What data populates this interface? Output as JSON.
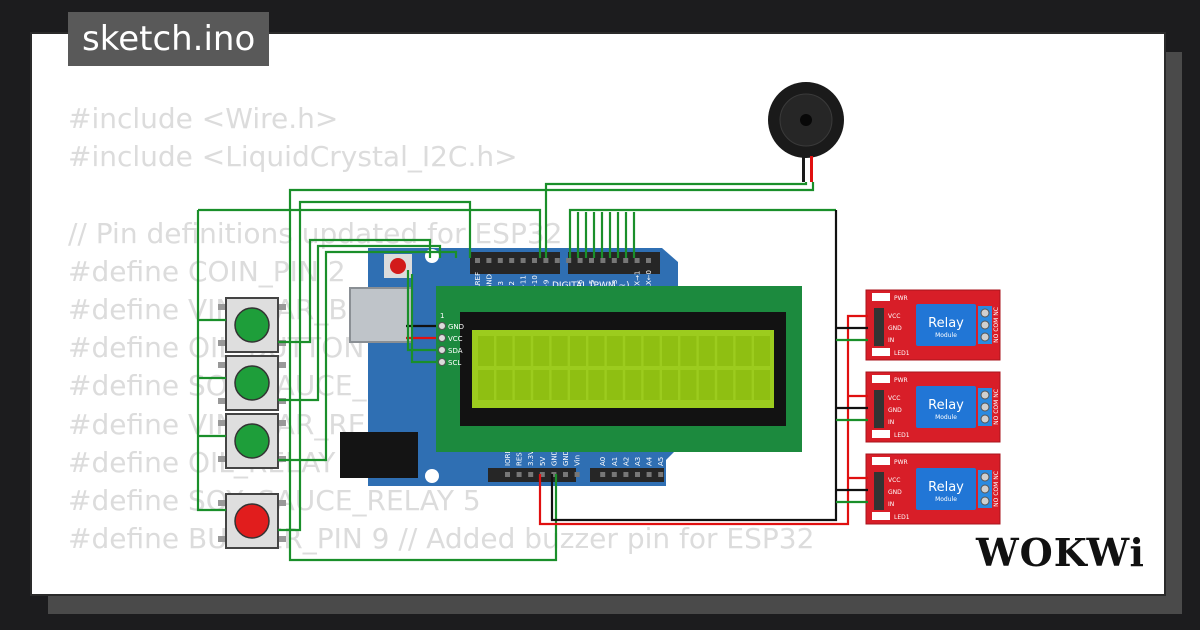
{
  "tab": {
    "title": "sketch.ino"
  },
  "code_lines": [
    "#include <Wire.h>",
    "#include <LiquidCrystal_I2C.h>",
    "",
    "// Pin definitions updated for ESP32",
    "#define COIN_PIN 2",
    "#define VINEGAR_BUTTON 3",
    "#define OIL_BUTTON 4",
    "#define SOY_SAUCE_BUTTON 5",
    "#define VINEGAR_RELAY 6",
    "#define OIL_RELAY 7",
    "#define SOY_SAUCE_RELAY 5",
    "#define BUZZER_PIN 9 // Added buzzer pin for ESP32"
  ],
  "arduino": {
    "digital_label": "DIGITAL (PWM ~)",
    "top_pins": [
      "AREF",
      "GND",
      "13",
      "12",
      "~11",
      "~10",
      "~9",
      "8",
      "7",
      "~6",
      "~5",
      "4",
      "~3",
      "2",
      "TX→1",
      "RX←0"
    ],
    "bottom_pins": [
      "IOREF",
      "RESET",
      "3.3V",
      "5V",
      "GND",
      "GND",
      "Vin",
      "A0",
      "A1",
      "A2",
      "A3",
      "A4",
      "A5"
    ]
  },
  "lcd": {
    "pins": [
      "GND",
      "VCC",
      "SDA",
      "SCL"
    ],
    "pin1_marker": "1"
  },
  "relays": [
    {
      "title": "Relay",
      "subtitle": "Module",
      "pins": [
        "VCC",
        "GND",
        "IN"
      ],
      "outputs": "NO COM NC",
      "pwr": "PWR",
      "led": "LED1"
    },
    {
      "title": "Relay",
      "subtitle": "Module",
      "pins": [
        "VCC",
        "GND",
        "IN"
      ],
      "outputs": "NO COM NC",
      "pwr": "PWR",
      "led": "LED1"
    },
    {
      "title": "Relay",
      "subtitle": "Module",
      "pins": [
        "VCC",
        "GND",
        "IN"
      ],
      "outputs": "NO COM NC",
      "pwr": "PWR",
      "led": "LED1"
    }
  ],
  "buttons": [
    {
      "color": "#1e9e3a"
    },
    {
      "color": "#1e9e3a"
    },
    {
      "color": "#1e9e3a"
    },
    {
      "color": "#e11d1d"
    }
  ],
  "colors": {
    "board": "#2f6fb3",
    "lcd_frame": "#1c8a3e",
    "lcd_screen": "#9ccc1e",
    "relay_board": "#d81e28",
    "relay_block": "#2176d6",
    "wire_green": "#1a8f2a",
    "wire_red": "#e01010",
    "wire_black": "#111111"
  },
  "brand": {
    "wordmark": "WOKWi"
  }
}
